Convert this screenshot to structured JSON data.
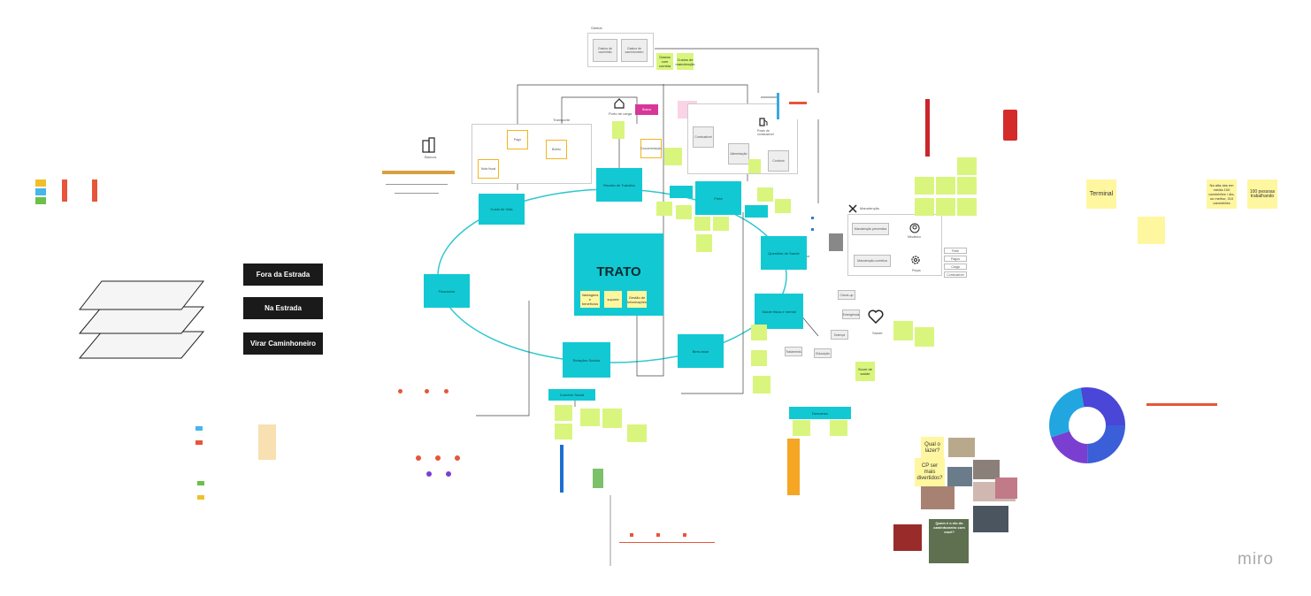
{
  "main": {
    "title": "TRATO"
  },
  "main_stickies": {
    "s1": "Vantagens e benefícios",
    "s2": "suporte",
    "s3": "Gestão de Informações"
  },
  "layers": {
    "fora": "Fora da Estrada",
    "na": "Na Estrada",
    "virar": "Virar Caminhoneiro"
  },
  "cyan": {
    "c_left_top": "Custo de Vida",
    "c_top": "Receita de Trabalho",
    "c_left": "Financeiro",
    "c_right_top": "Frete",
    "c_right": "Questões de Saúde",
    "c_right_mid": "Saúde física e mental",
    "c_bottom_left": "Relações Sociais",
    "c_bottom_mid": "Convívio Social",
    "c_bottom_right": "Bem-estar",
    "c_right_bottom_label": "Descanso"
  },
  "top_group": {
    "label": "Gastos",
    "box1": "Gastos de caminhão",
    "box2": "Gastos de caminhoneiro",
    "sticky1": "Gastos com comida",
    "sticky2": "Custos de manutenção"
  },
  "transport": {
    "label": "Transporte",
    "box1": "Pago",
    "box2": "Boleto",
    "box3": "Nota fiscal",
    "box4": "Documentação"
  },
  "warehouse": {
    "icon_label": "Porto de carga",
    "badge": "Busca",
    "right_label": "Posto de combustível",
    "box1": "Combustível",
    "box2": "Alimentação",
    "box3": "Conforto"
  },
  "buildings_label": "Bancos",
  "tools": {
    "label": "Manutenção",
    "box1": "Manutenção preventiva",
    "box2": "Manutenção corretiva",
    "person_label": "Mecânico",
    "gear_label": "Peças"
  },
  "health": {
    "label": "Saúde",
    "b1": "Check-up",
    "b2": "Emergência",
    "b3": "Doença",
    "b4": "Tratamento",
    "b5": "Educação",
    "sticky": "Score de saúde"
  },
  "right_list": [
    "Frete",
    "Pagos",
    "Carga",
    "Combustível"
  ],
  "right_stickies": [
    "Terminal",
    "Na alta das em média 100 caminhões / dia, ou melhor, 310 caminhões",
    "100 pessoas trabalhando"
  ],
  "questions": {
    "q1": "Qual o lazer?",
    "q2": "CP ser mais divertidos?"
  },
  "photo_caption": "Quem é o elo do caminhoneiro com você?",
  "watermark": "miro",
  "colors": {
    "cyan": "#12c9d3",
    "sticky_green": "#d9f57d",
    "sticky_yellow": "#fff6a0",
    "orange": "#f2b51f",
    "dark": "#1a1a1a"
  }
}
